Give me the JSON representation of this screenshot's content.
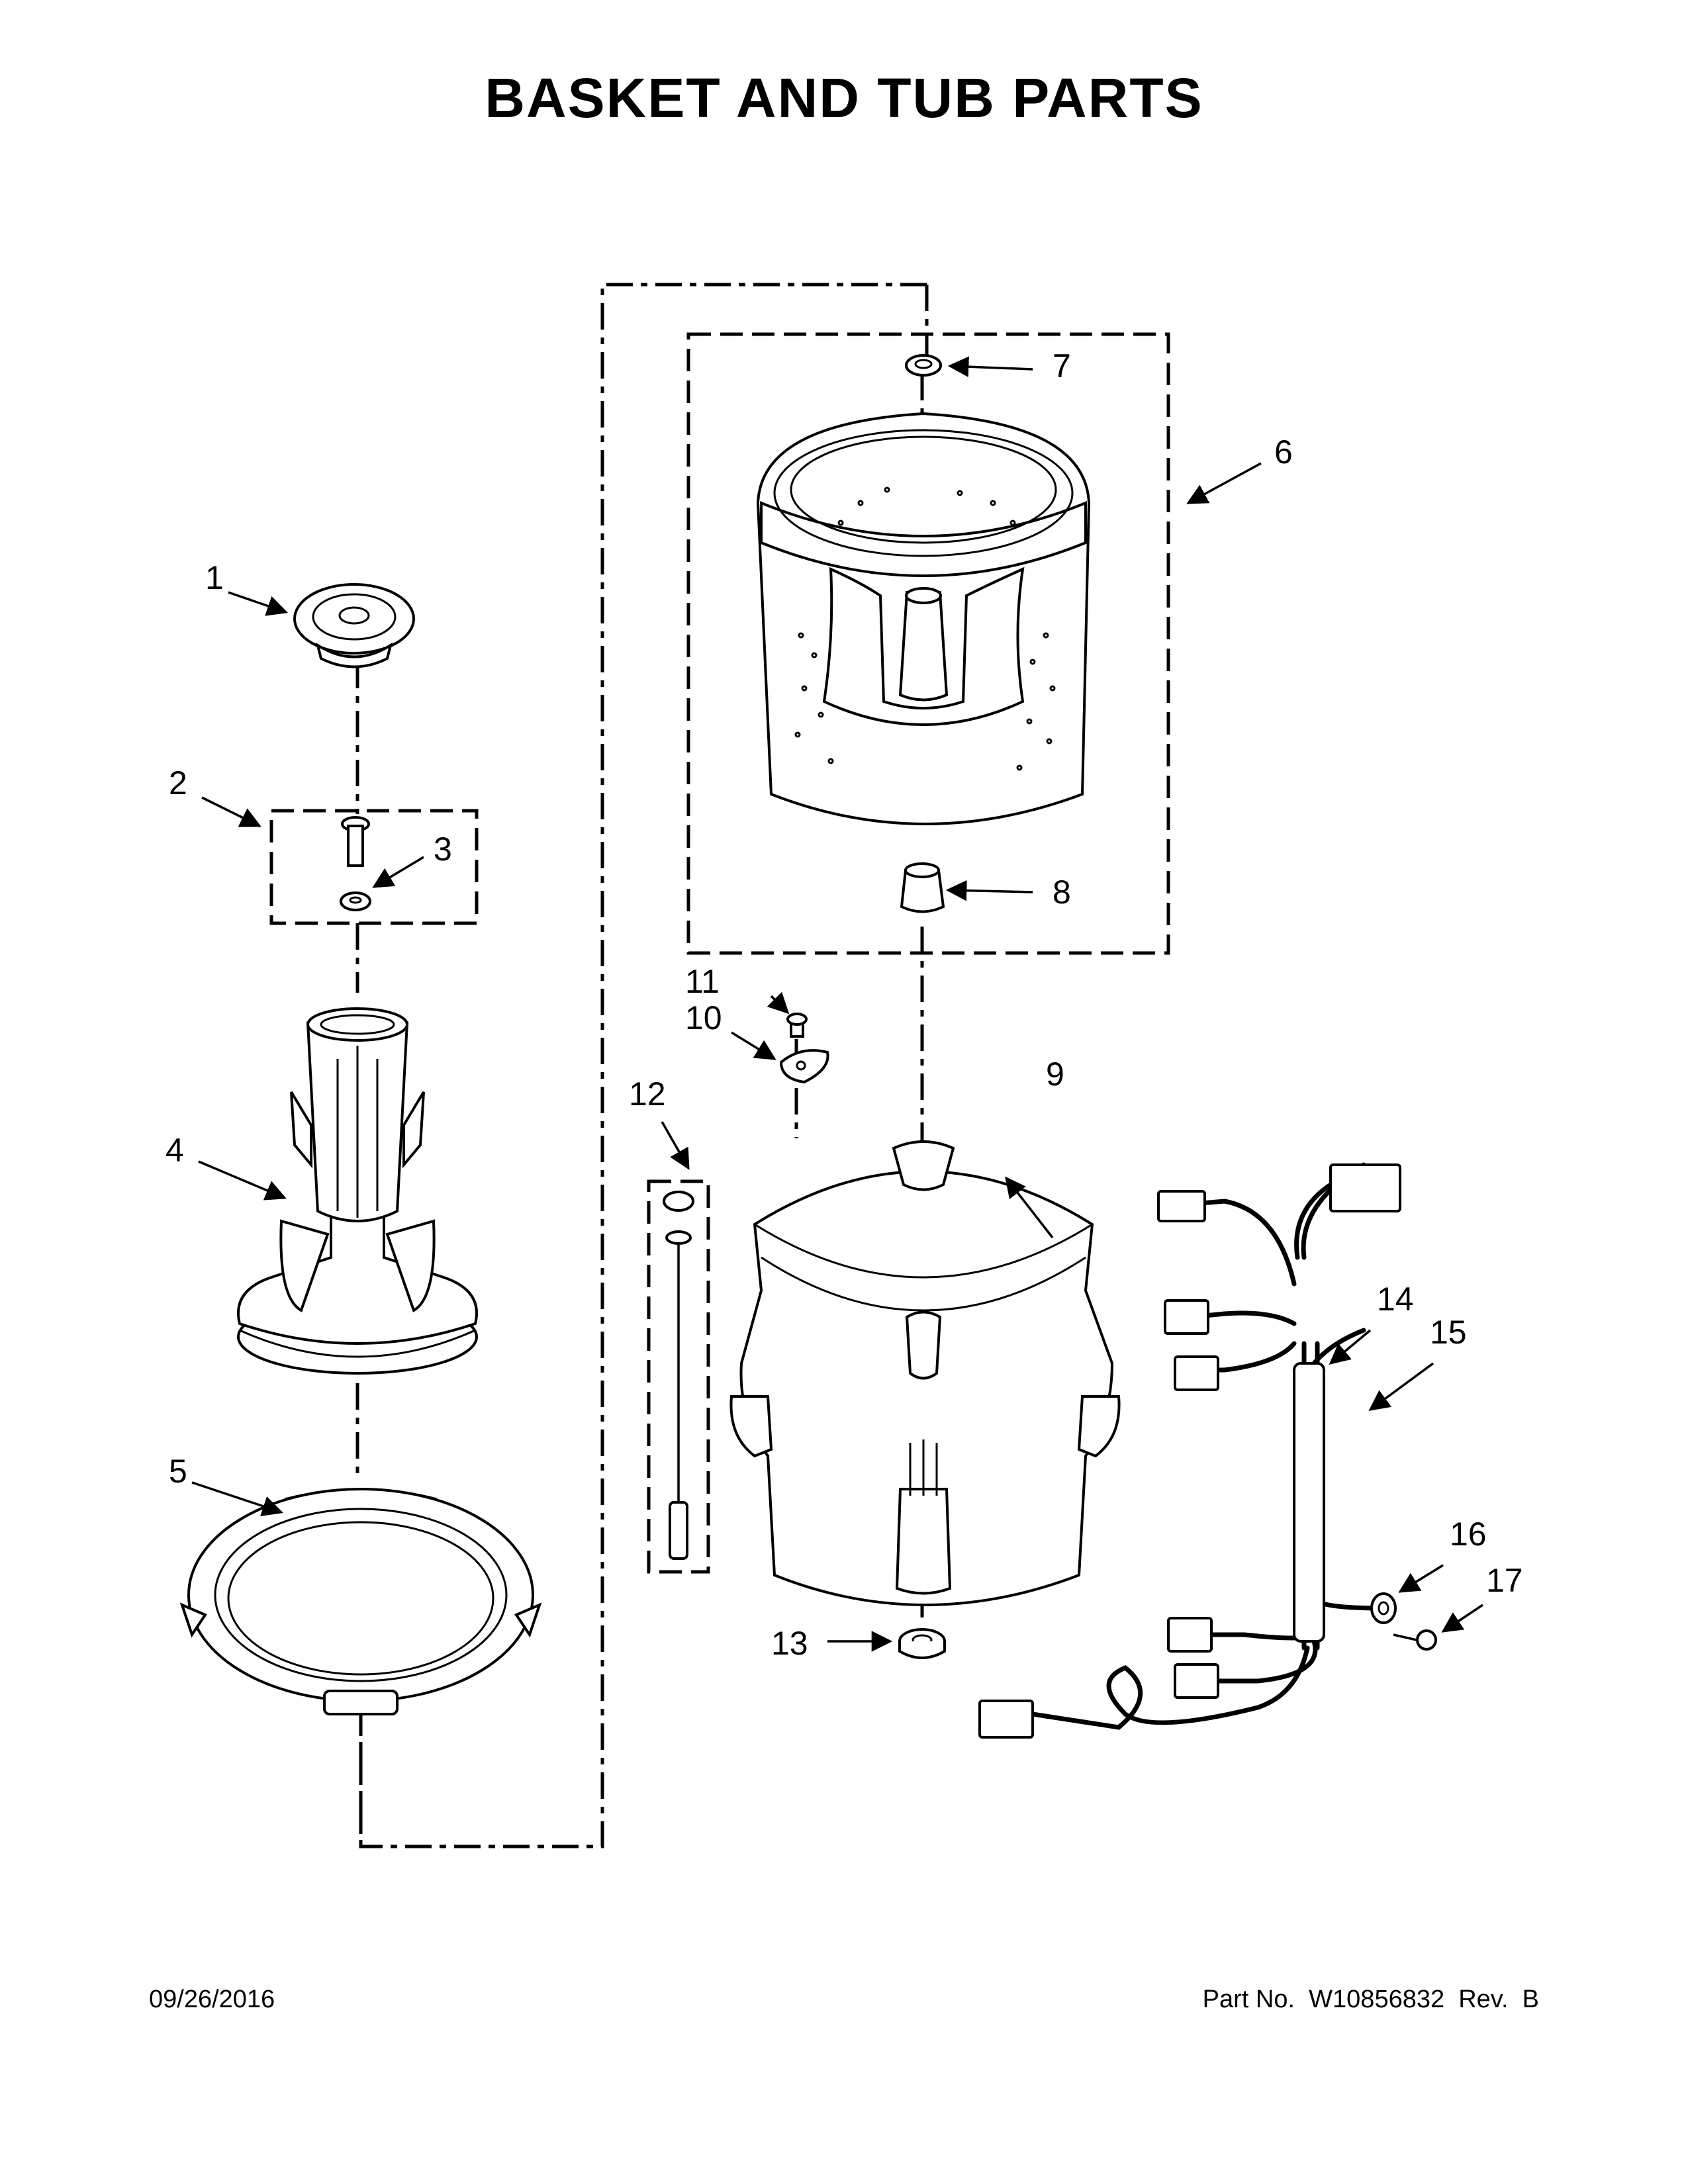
{
  "title": "BASKET AND TUB PARTS",
  "footer": {
    "date": "09/26/2016",
    "part_number": "Part No.  W10856832  Rev.  B"
  },
  "callouts": [
    "1",
    "2",
    "3",
    "4",
    "5",
    "6",
    "7",
    "8",
    "9",
    "10",
    "11",
    "12",
    "13",
    "14",
    "15",
    "16",
    "17"
  ]
}
